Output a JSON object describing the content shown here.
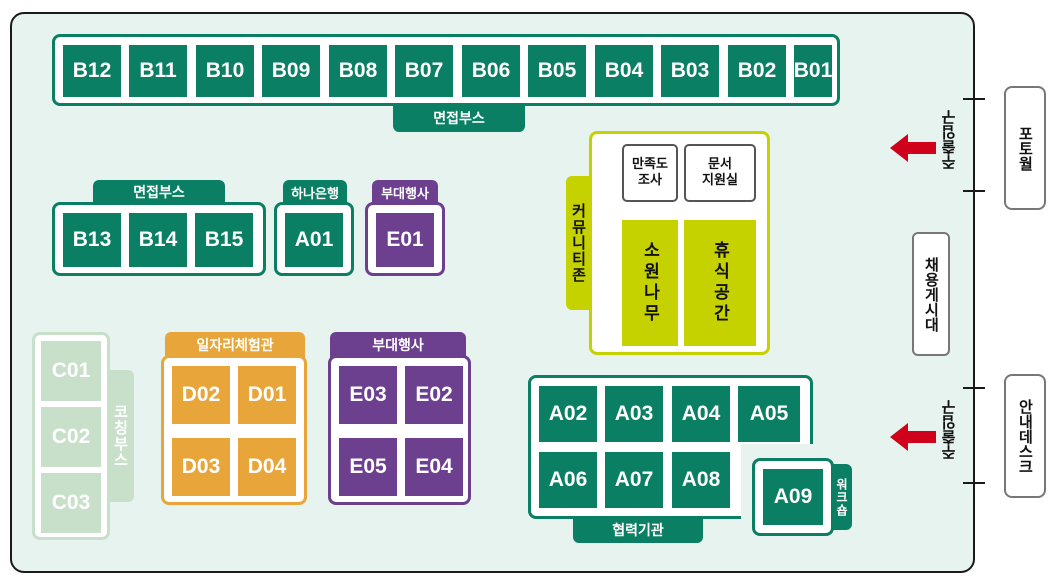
{
  "colors": {
    "green": "#0b7f63",
    "orange": "#e8a63a",
    "purple": "#6c3f8f",
    "lime": "#c6d200",
    "light_green": "#c8dfc9",
    "floor": "#e6f3ee",
    "arrow": "#d0021b"
  },
  "top_row": {
    "label": "면접부스",
    "booths": [
      "B12",
      "B11",
      "B10",
      "B09",
      "B08",
      "B07",
      "B06",
      "B05",
      "B04",
      "B03",
      "B02",
      "B01"
    ]
  },
  "interview2": {
    "label": "면접부스",
    "booths": [
      "B13",
      "B14",
      "B15"
    ]
  },
  "hana": {
    "label": "하나은행",
    "booth": "A01"
  },
  "event1": {
    "label": "부대행사",
    "booth": "E01"
  },
  "community": {
    "label": "커뮤니티존",
    "survey": "만족도\n조사",
    "docs": "문서\n지원실",
    "tree": "소원나무",
    "rest": "휴식공간"
  },
  "coaching": {
    "label": "코칭부스",
    "booths": [
      "C01",
      "C02",
      "C03"
    ]
  },
  "jobexp": {
    "label": "일자리체험관",
    "booths": [
      "D02",
      "D01",
      "D03",
      "D04"
    ]
  },
  "event2": {
    "label": "부대행사",
    "booths": [
      "E03",
      "E02",
      "E05",
      "E04"
    ]
  },
  "partners": {
    "label": "협력기관",
    "booths": [
      "A02",
      "A03",
      "A04",
      "A05",
      "A06",
      "A07",
      "A08"
    ]
  },
  "workshop": {
    "label": "워크숍",
    "booth": "A09"
  },
  "entrances": [
    "주출입구",
    "주출입구"
  ],
  "outside": {
    "photo_wall": "포토월",
    "job_board": "채용게시대",
    "info_desk": "안내데스크"
  },
  "icons": {
    "entrance_arrow": "left-arrow-icon"
  }
}
